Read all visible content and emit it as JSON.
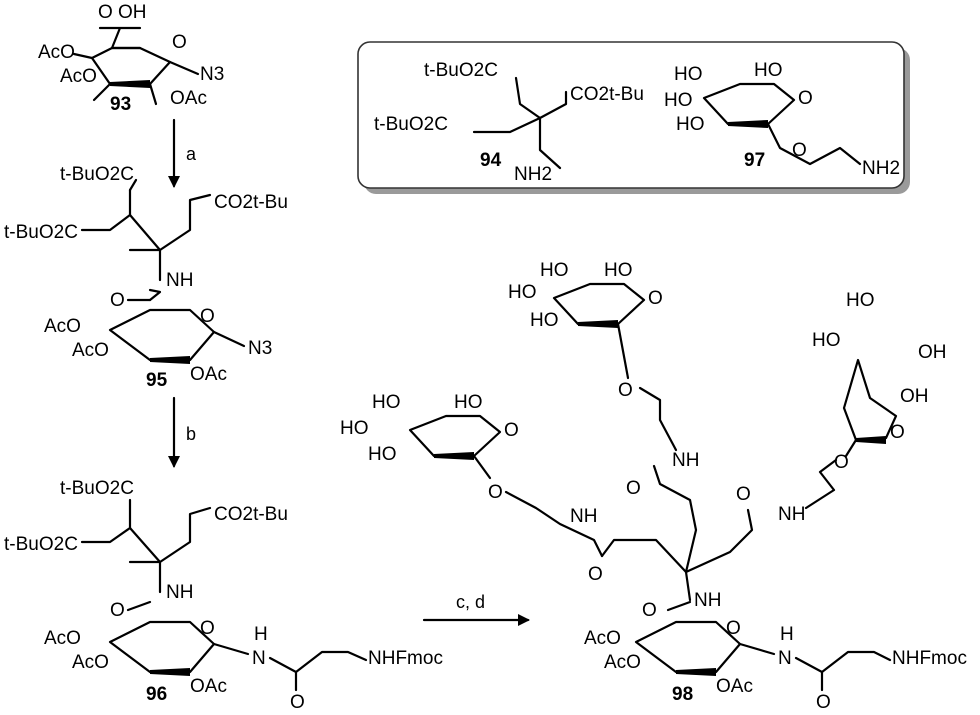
{
  "compound_numbers": {
    "c93": "93",
    "c94": "94",
    "c95": "95",
    "c96": "96",
    "c97": "97",
    "c98": "98"
  },
  "conditions": {
    "step_a": "a",
    "step_b": "b",
    "step_cd": "c, d"
  },
  "groups": {
    "oh": "OH",
    "ho": "HO",
    "aco": "AcO",
    "oac": "OAc",
    "o": "O",
    "nh": "NH",
    "n": "N",
    "h": "H",
    "nhfmoc": "NHFmoc",
    "azide": "N3",
    "amine": "NH2",
    "tbu_ester_left": "t-BuO2C",
    "tbu_ester_right": "CO2t-Bu"
  }
}
